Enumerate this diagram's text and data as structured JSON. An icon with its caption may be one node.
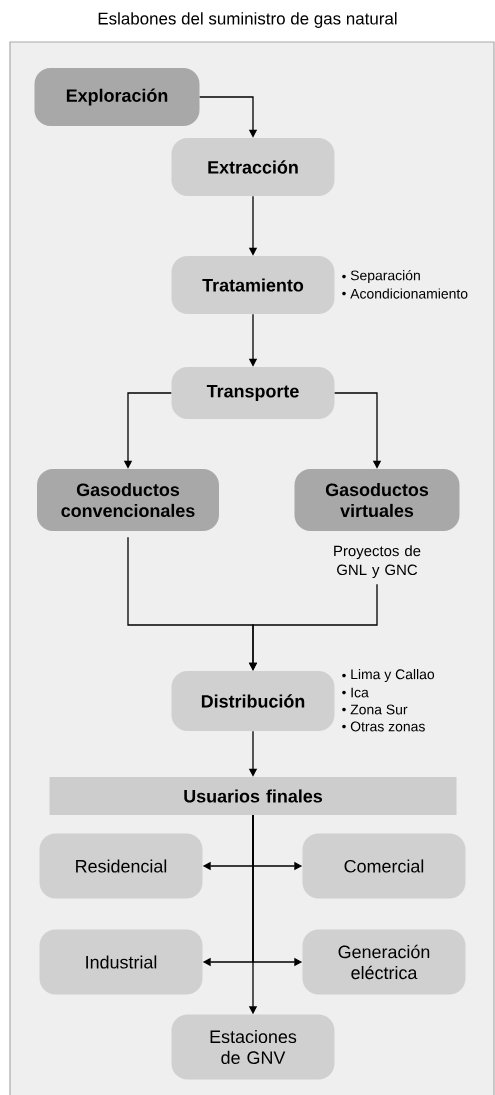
{
  "diagram": {
    "title": "Eslabones del suministro de gas natural",
    "nodes": [
      {
        "text": [
          "Exploración"
        ]
      },
      {
        "text": [
          "Extracción"
        ]
      },
      {
        "text": [
          "Tratamiento"
        ],
        "beside": [
          "Separación",
          "Acondicionamiento"
        ]
      },
      {
        "text": [
          "Transporte"
        ]
      },
      {
        "text": [
          "Gasoductos convencionales"
        ]
      },
      {
        "text": [
          "Gasoductos virtuales"
        ],
        "beside": [
          "Proyectos de GNL y GNC"
        ]
      },
      {
        "text": [
          "Distribución"
        ],
        "beside": [
          "Lima y Callao",
          "Ica",
          "Zona Sur",
          "Otras zonas"
        ]
      },
      {
        "text": [
          "Usuarios finales"
        ]
      },
      {
        "text": [
          "Residencial"
        ]
      },
      {
        "text": [
          "Comercial"
        ]
      },
      {
        "text": [
          "Industrial"
        ]
      },
      {
        "text": [
          "Generación eléctrica"
        ]
      },
      {
        "text": [
          "Estaciones de GNV"
        ]
      }
    ],
    "edges": [
      {
        "from": 0,
        "to": 1,
        "arrow": "to"
      },
      {
        "from": 1,
        "to": 2,
        "arrow": "to"
      },
      {
        "from": 2,
        "to": 3,
        "arrow": "to"
      },
      {
        "from": 3,
        "to": 4,
        "arrow": "to"
      },
      {
        "from": 3,
        "to": 5,
        "arrow": "to"
      },
      {
        "from": 4,
        "to": 6,
        "arrow": "to"
      },
      {
        "from": 5,
        "to": 6,
        "arrow": "to"
      },
      {
        "from": 6,
        "to": 7,
        "arrow": "to"
      },
      {
        "from": 7,
        "to": 8,
        "arrow": "to"
      },
      {
        "from": 7,
        "to": 9,
        "arrow": "to"
      },
      {
        "from": 7,
        "to": 10,
        "arrow": "to"
      },
      {
        "from": 7,
        "to": 11,
        "arrow": "to"
      },
      {
        "from": 7,
        "to": 12,
        "arrow": "to"
      }
    ]
  }
}
